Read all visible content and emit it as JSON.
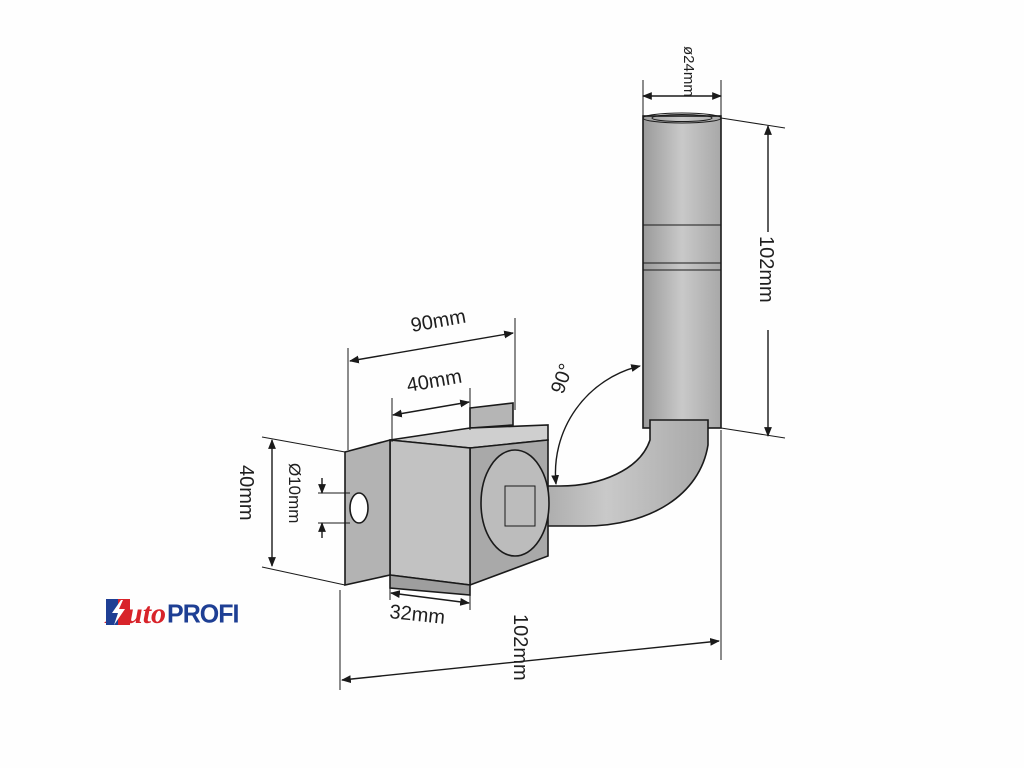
{
  "diagram": {
    "dimensions": {
      "pipe_diameter": "ø24mm",
      "pipe_height": "102mm",
      "bracket_width": "90mm",
      "inner_width": "40mm",
      "bend_angle": "90°",
      "bracket_height": "40mm",
      "hole_diameter": "Ø10mm",
      "base_width": "32mm",
      "total_depth": "102mm"
    }
  },
  "logo": {
    "auto": "Auto",
    "profi": "PROFI",
    "colors": {
      "red": "#d8232a",
      "blue": "#1e3f94"
    }
  }
}
